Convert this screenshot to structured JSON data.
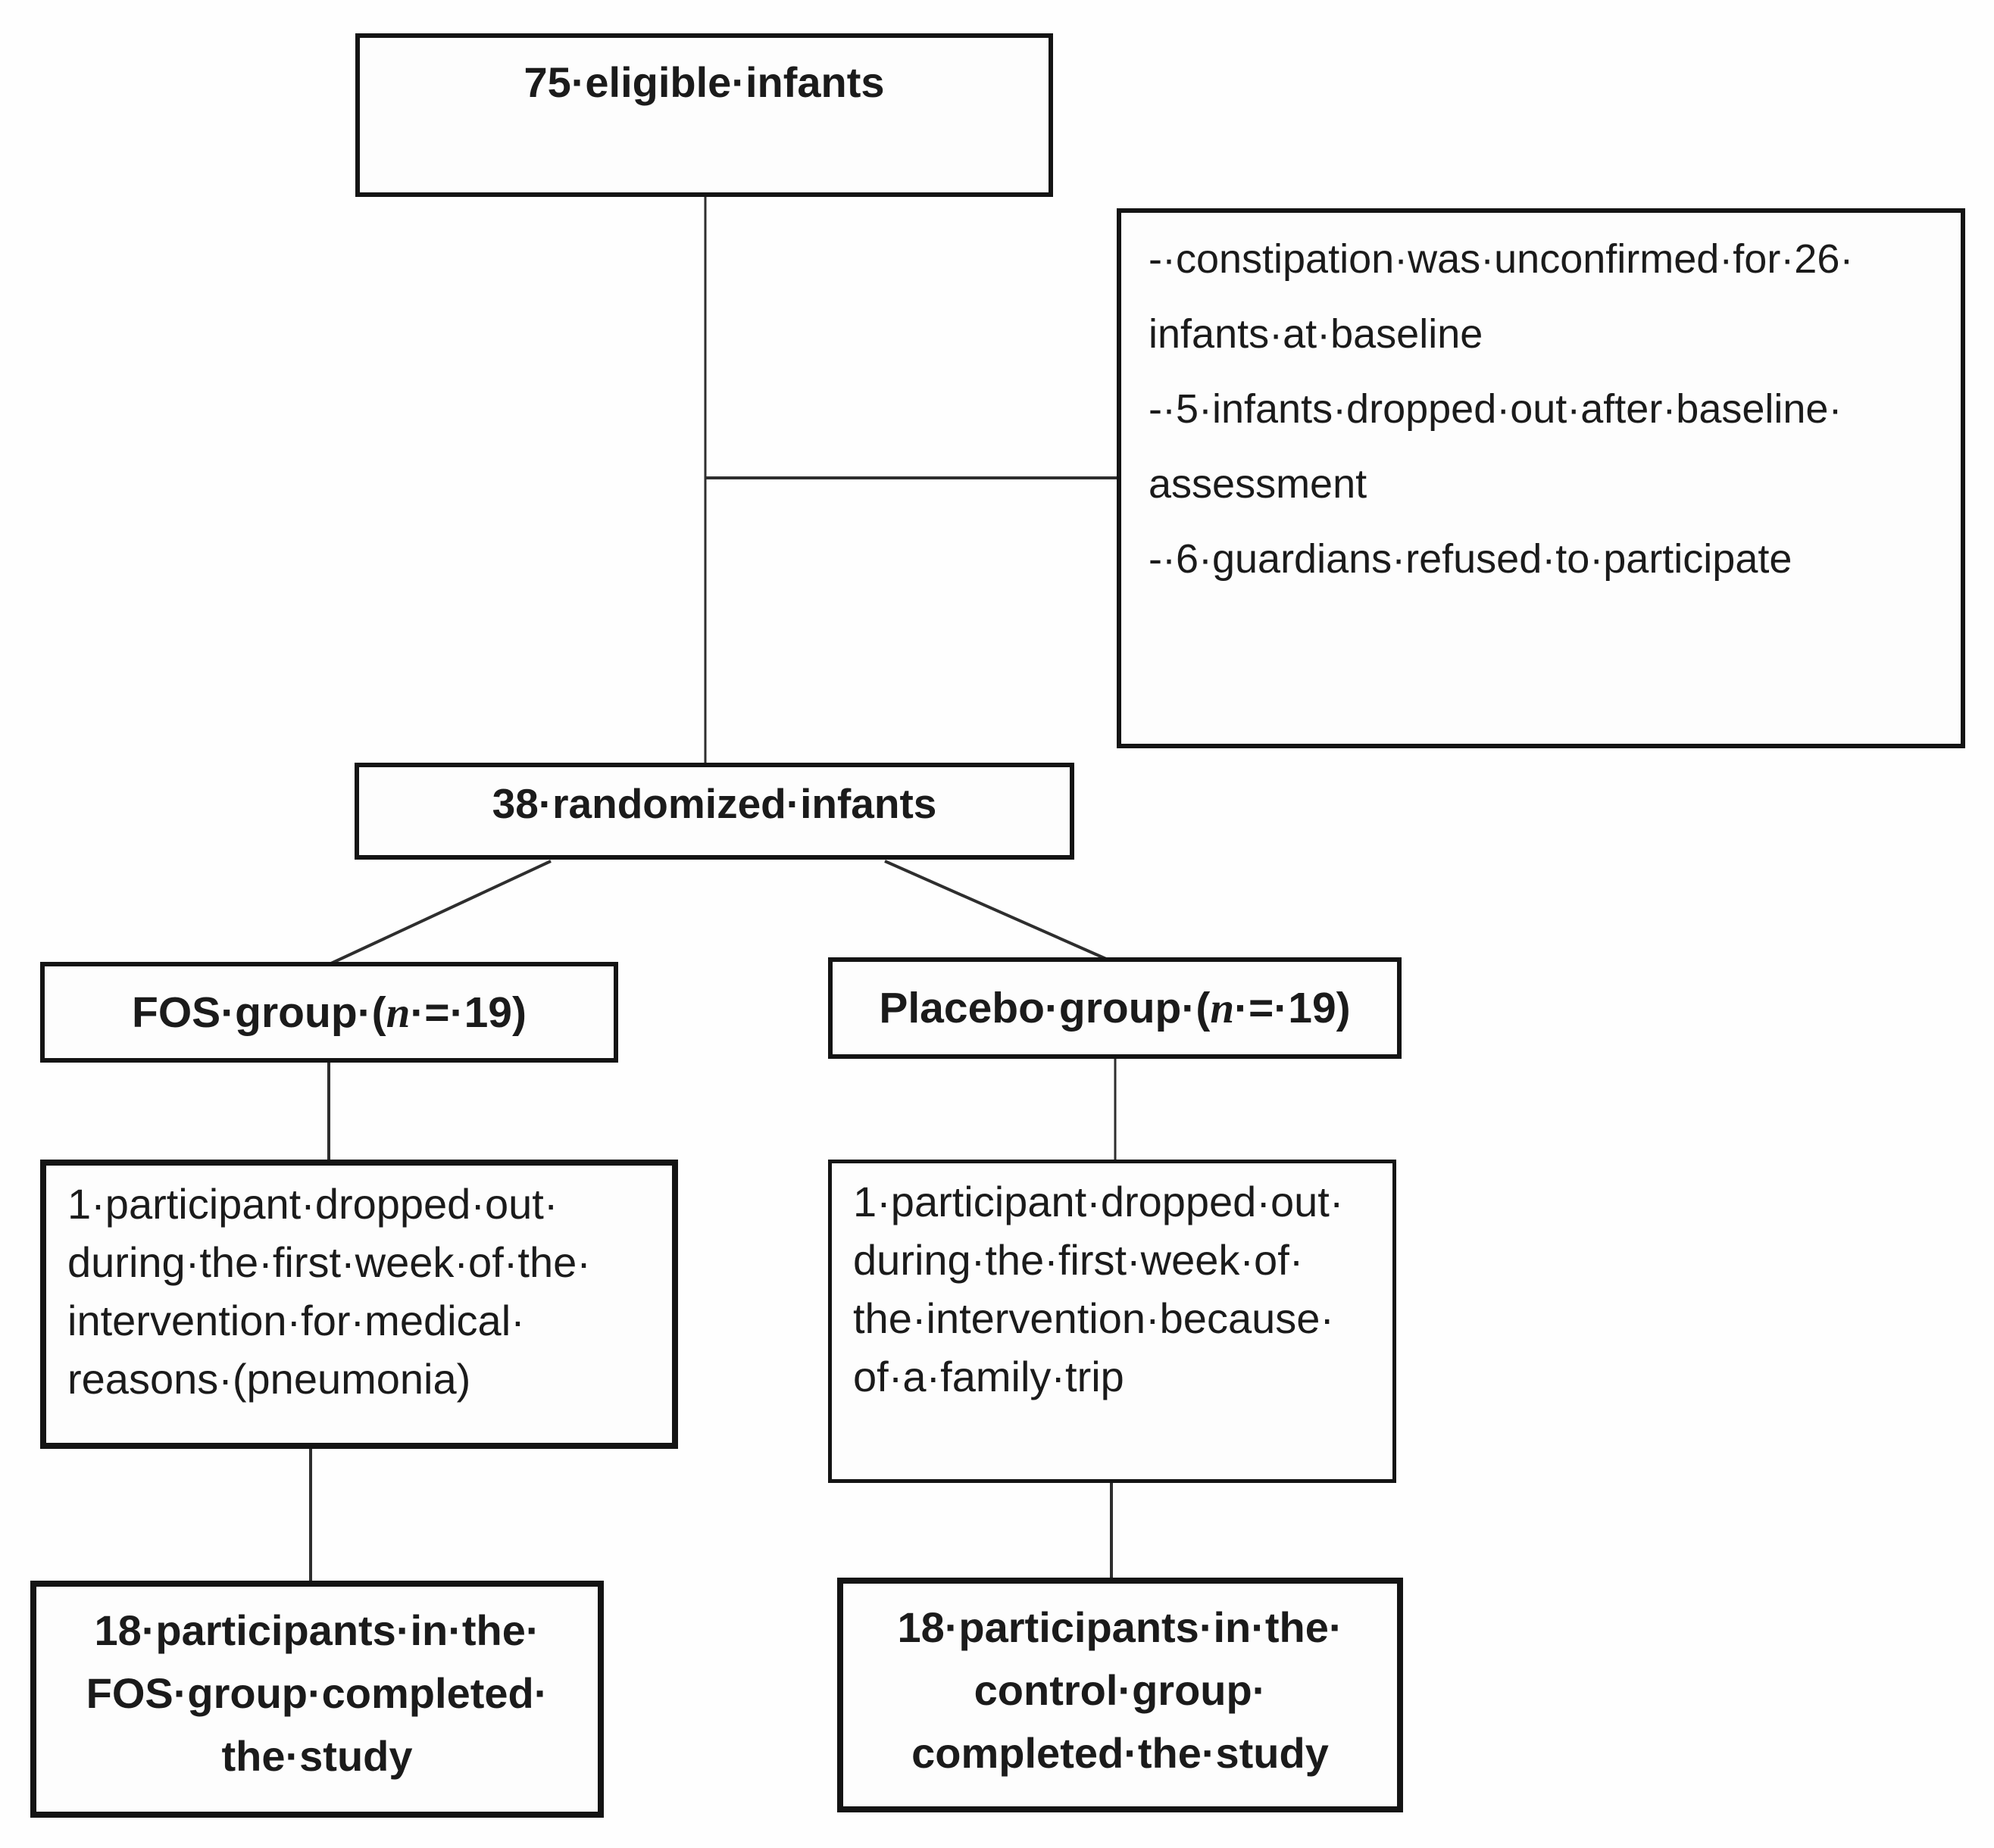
{
  "colors": {
    "ink": "#1b1b1b",
    "box_border": "#141414",
    "connector": "#2e2e2e",
    "background": "#ffffff"
  },
  "flowchart": {
    "eligible_box": {
      "label": "75·eligible·infants"
    },
    "exclusion_box": {
      "lines": [
        "-·constipation·was·unconfirmed·for·26·",
        "infants·at·baseline",
        "-·5·infants·dropped·out·after·baseline·",
        "assessment",
        "-·6·guardians·refused·to·participate"
      ]
    },
    "randomized_box": {
      "label": "38·randomized·infants"
    },
    "fos_group_box": {
      "pre": "FOS·group·(",
      "n": "n",
      "post": "·=·19)"
    },
    "placebo_group_box": {
      "pre": "Placebo·group·(",
      "n": "n",
      "post": "·=·19)"
    },
    "fos_dropout_box": {
      "lines": [
        "1·participant·dropped·out·",
        "during·the·first·week·of·the·",
        "intervention·for·medical·",
        "reasons·(pneumonia)"
      ]
    },
    "placebo_dropout_box": {
      "lines": [
        "1·participant·dropped·out·",
        "during·the·first·week·of·",
        "the·intervention·because·",
        "of·a·family·trip"
      ]
    },
    "fos_completed_box": {
      "lines": [
        "18·participants·in·the·",
        "FOS·group·completed·",
        "the·study"
      ]
    },
    "control_completed_box": {
      "lines": [
        "18·participants·in·the·",
        "control·group·",
        "completed·the·study"
      ]
    }
  }
}
